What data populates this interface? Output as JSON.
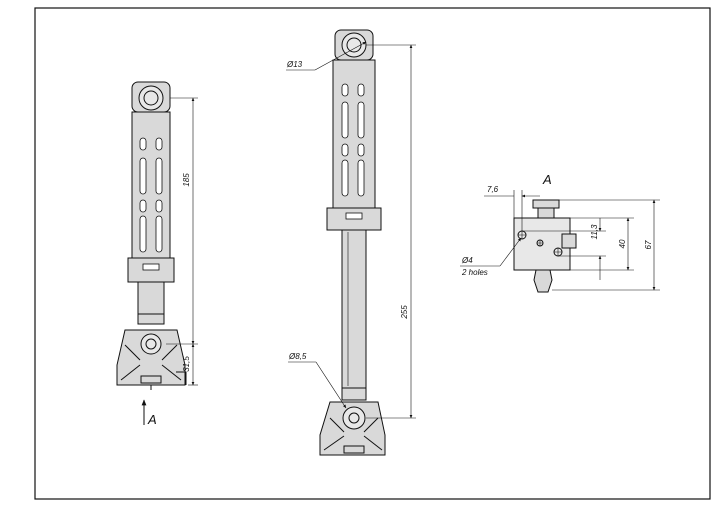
{
  "drawing": {
    "left": {
      "dim_total": "185",
      "dim_foot": "31,5",
      "view_marker": "A"
    },
    "middle": {
      "dim_top_dia": "Ø13",
      "dim_bottom_dia": "Ø8,5",
      "dim_length": "255"
    },
    "view_a": {
      "title": "A",
      "dim_offset": "7,6",
      "dim_hole_spacing": "11,3",
      "dim_height_inner": "40",
      "dim_height_total": "67",
      "hole_dia": "Ø4",
      "hole_count": "2 holes"
    }
  }
}
